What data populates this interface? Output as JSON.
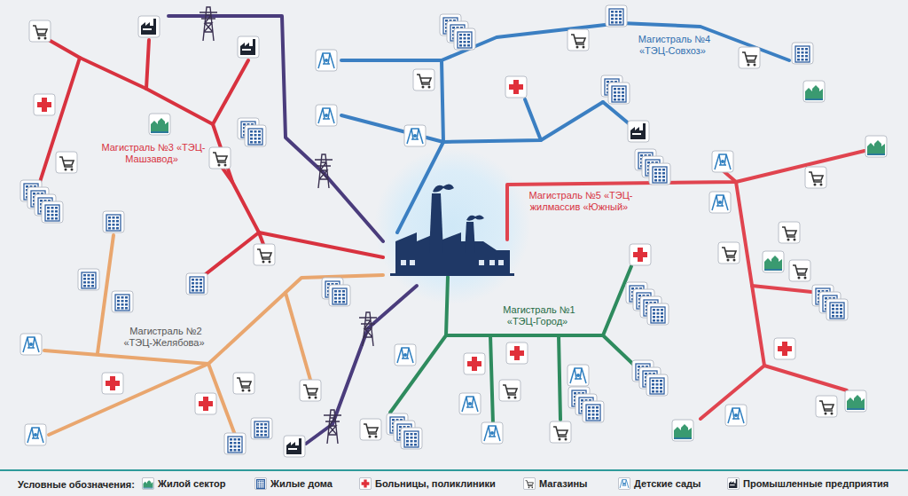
{
  "diagram": {
    "labels": [
      "Магистраль №3 «ТЭЦ-Машзавод»",
      "Магистраль №4 «ТЭЦ-Совхоз»",
      "Магистраль №5 «ТЭЦ-жилмассив «Южный»",
      "Магистраль №1 «ТЭЦ-Город»",
      "Магистраль №2 «ТЭЦ-Желябова»",
      "Условные обозначения:"
    ],
    "legend": [
      {
        "text": "Жилой сектор"
      },
      {
        "text": "Жилые дома"
      },
      {
        "text": "Больницы, поликлиники"
      },
      {
        "text": "Магазины"
      },
      {
        "text": "Детские сады"
      },
      {
        "text": "Промышленные предприятия"
      }
    ]
  }
}
